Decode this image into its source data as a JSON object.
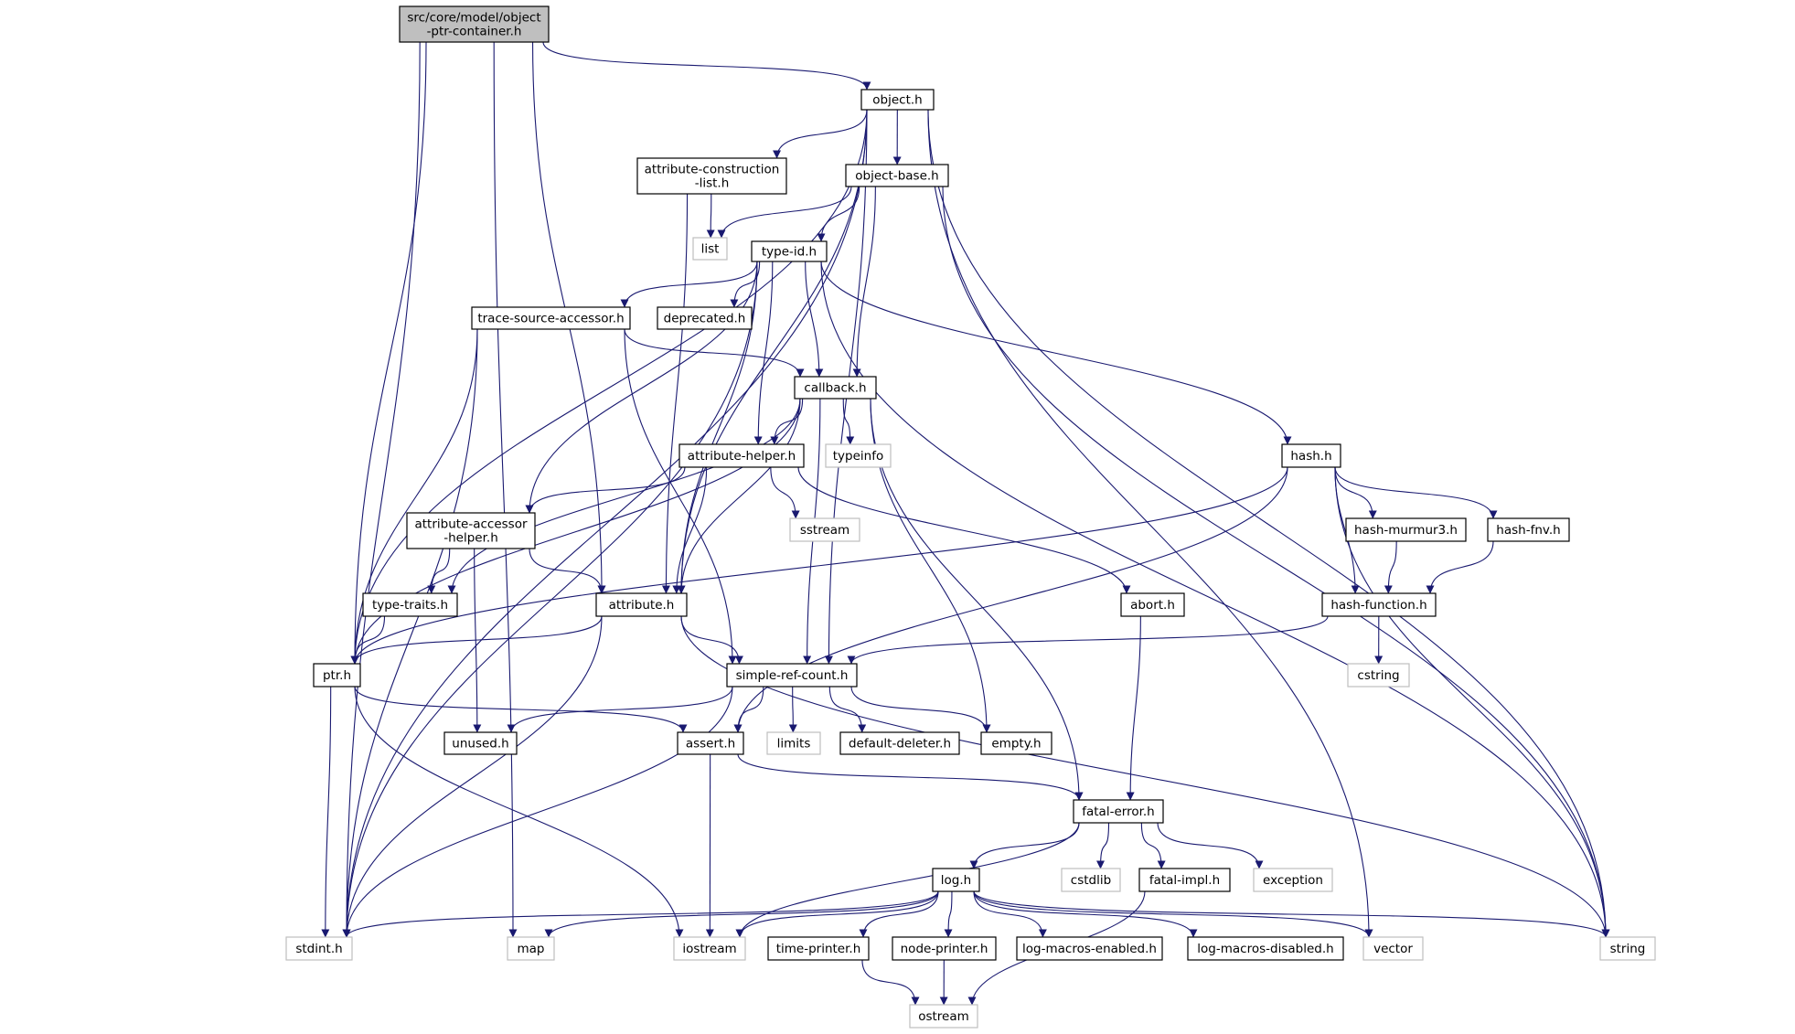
{
  "diagram": {
    "colors": {
      "edge": "#191970",
      "node_border": "#000000",
      "node_border_external": "#bfbfbf",
      "root_fill": "#bfbfbf",
      "node_fill": "#ffffff",
      "text": "#000000"
    },
    "nodes": [
      {
        "id": "root",
        "lines": [
          "src/core/model/object",
          "-ptr-container.h"
        ],
        "kind": "root"
      },
      {
        "id": "object_h",
        "lines": [
          "object.h"
        ],
        "kind": "header"
      },
      {
        "id": "attribute_construction",
        "lines": [
          "attribute-construction",
          "-list.h"
        ],
        "kind": "header"
      },
      {
        "id": "object_base",
        "lines": [
          "object-base.h"
        ],
        "kind": "header"
      },
      {
        "id": "list",
        "lines": [
          "list"
        ],
        "kind": "external"
      },
      {
        "id": "type_id",
        "lines": [
          "type-id.h"
        ],
        "kind": "header"
      },
      {
        "id": "trace_source",
        "lines": [
          "trace-source-accessor.h"
        ],
        "kind": "header"
      },
      {
        "id": "deprecated",
        "lines": [
          "deprecated.h"
        ],
        "kind": "header"
      },
      {
        "id": "callback",
        "lines": [
          "callback.h"
        ],
        "kind": "header"
      },
      {
        "id": "attribute_helper",
        "lines": [
          "attribute-helper.h"
        ],
        "kind": "header"
      },
      {
        "id": "typeinfo",
        "lines": [
          "typeinfo"
        ],
        "kind": "external"
      },
      {
        "id": "hash_h",
        "lines": [
          "hash.h"
        ],
        "kind": "header"
      },
      {
        "id": "attribute_accessor",
        "lines": [
          "attribute-accessor",
          "-helper.h"
        ],
        "kind": "header"
      },
      {
        "id": "sstream",
        "lines": [
          "sstream"
        ],
        "kind": "external"
      },
      {
        "id": "hash_murmur3",
        "lines": [
          "hash-murmur3.h"
        ],
        "kind": "header"
      },
      {
        "id": "hash_fnv",
        "lines": [
          "hash-fnv.h"
        ],
        "kind": "header"
      },
      {
        "id": "type_traits",
        "lines": [
          "type-traits.h"
        ],
        "kind": "header"
      },
      {
        "id": "attribute_h",
        "lines": [
          "attribute.h"
        ],
        "kind": "header"
      },
      {
        "id": "abort_h",
        "lines": [
          "abort.h"
        ],
        "kind": "header"
      },
      {
        "id": "hash_function",
        "lines": [
          "hash-function.h"
        ],
        "kind": "header"
      },
      {
        "id": "ptr_h",
        "lines": [
          "ptr.h"
        ],
        "kind": "header"
      },
      {
        "id": "simple_ref",
        "lines": [
          "simple-ref-count.h"
        ],
        "kind": "header"
      },
      {
        "id": "cstring",
        "lines": [
          "cstring"
        ],
        "kind": "external"
      },
      {
        "id": "unused",
        "lines": [
          "unused.h"
        ],
        "kind": "header"
      },
      {
        "id": "assert_h",
        "lines": [
          "assert.h"
        ],
        "kind": "header"
      },
      {
        "id": "limits",
        "lines": [
          "limits"
        ],
        "kind": "external"
      },
      {
        "id": "default_deleter",
        "lines": [
          "default-deleter.h"
        ],
        "kind": "header"
      },
      {
        "id": "empty_h",
        "lines": [
          "empty.h"
        ],
        "kind": "header"
      },
      {
        "id": "fatal_error",
        "lines": [
          "fatal-error.h"
        ],
        "kind": "header"
      },
      {
        "id": "log_h",
        "lines": [
          "log.h"
        ],
        "kind": "header"
      },
      {
        "id": "cstdlib",
        "lines": [
          "cstdlib"
        ],
        "kind": "external"
      },
      {
        "id": "fatal_impl",
        "lines": [
          "fatal-impl.h"
        ],
        "kind": "header"
      },
      {
        "id": "exception",
        "lines": [
          "exception"
        ],
        "kind": "external"
      },
      {
        "id": "stdint",
        "lines": [
          "stdint.h"
        ],
        "kind": "external"
      },
      {
        "id": "map",
        "lines": [
          "map"
        ],
        "kind": "external"
      },
      {
        "id": "iostream",
        "lines": [
          "iostream"
        ],
        "kind": "external"
      },
      {
        "id": "time_printer",
        "lines": [
          "time-printer.h"
        ],
        "kind": "header"
      },
      {
        "id": "node_printer",
        "lines": [
          "node-printer.h"
        ],
        "kind": "header"
      },
      {
        "id": "log_macros_enabled",
        "lines": [
          "log-macros-enabled.h"
        ],
        "kind": "header"
      },
      {
        "id": "log_macros_disabled",
        "lines": [
          "log-macros-disabled.h"
        ],
        "kind": "header"
      },
      {
        "id": "vector",
        "lines": [
          "vector"
        ],
        "kind": "external"
      },
      {
        "id": "string",
        "lines": [
          "string"
        ],
        "kind": "external"
      },
      {
        "id": "ostream",
        "lines": [
          "ostream"
        ],
        "kind": "external"
      }
    ],
    "edges": [
      [
        "root",
        "object_h"
      ],
      [
        "root",
        "ptr_h"
      ],
      [
        "root",
        "attribute_h"
      ],
      [
        "root",
        "stdint"
      ],
      [
        "root",
        "map"
      ],
      [
        "object_h",
        "attribute_construction"
      ],
      [
        "object_h",
        "object_base"
      ],
      [
        "object_h",
        "ptr_h"
      ],
      [
        "object_h",
        "attribute_h"
      ],
      [
        "object_h",
        "simple_ref"
      ],
      [
        "object_h",
        "stdint"
      ],
      [
        "object_h",
        "vector"
      ],
      [
        "object_h",
        "string"
      ],
      [
        "attribute_construction",
        "list"
      ],
      [
        "attribute_construction",
        "attribute_h"
      ],
      [
        "object_base",
        "type_id"
      ],
      [
        "object_base",
        "callback"
      ],
      [
        "object_base",
        "list"
      ],
      [
        "object_base",
        "string"
      ],
      [
        "type_id",
        "trace_source"
      ],
      [
        "type_id",
        "deprecated"
      ],
      [
        "type_id",
        "callback"
      ],
      [
        "type_id",
        "attribute_helper"
      ],
      [
        "type_id",
        "hash_h"
      ],
      [
        "type_id",
        "attribute_accessor"
      ],
      [
        "type_id",
        "attribute_h"
      ],
      [
        "type_id",
        "stdint"
      ],
      [
        "type_id",
        "string"
      ],
      [
        "trace_source",
        "callback"
      ],
      [
        "trace_source",
        "ptr_h"
      ],
      [
        "trace_source",
        "simple_ref"
      ],
      [
        "trace_source",
        "stdint"
      ],
      [
        "callback",
        "attribute_helper"
      ],
      [
        "callback",
        "typeinfo"
      ],
      [
        "callback",
        "attribute_h"
      ],
      [
        "callback",
        "ptr_h"
      ],
      [
        "callback",
        "type_traits"
      ],
      [
        "callback",
        "simple_ref"
      ],
      [
        "callback",
        "fatal_error"
      ],
      [
        "callback",
        "empty_h"
      ],
      [
        "attribute_helper",
        "attribute_accessor"
      ],
      [
        "attribute_helper",
        "attribute_h"
      ],
      [
        "attribute_helper",
        "sstream"
      ],
      [
        "attribute_helper",
        "abort_h"
      ],
      [
        "hash_h",
        "hash_murmur3"
      ],
      [
        "hash_h",
        "hash_fnv"
      ],
      [
        "hash_h",
        "hash_function"
      ],
      [
        "hash_h",
        "ptr_h"
      ],
      [
        "hash_h",
        "assert_h"
      ],
      [
        "hash_h",
        "string"
      ],
      [
        "hash_murmur3",
        "hash_function"
      ],
      [
        "hash_fnv",
        "hash_function"
      ],
      [
        "hash_function",
        "simple_ref"
      ],
      [
        "hash_function",
        "cstring"
      ],
      [
        "attribute_accessor",
        "type_traits"
      ],
      [
        "attribute_accessor",
        "attribute_h"
      ],
      [
        "attribute_accessor",
        "unused"
      ],
      [
        "type_traits",
        "ptr_h"
      ],
      [
        "attribute_h",
        "ptr_h"
      ],
      [
        "attribute_h",
        "simple_ref"
      ],
      [
        "attribute_h",
        "stdint"
      ],
      [
        "attribute_h",
        "string"
      ],
      [
        "abort_h",
        "fatal_error"
      ],
      [
        "ptr_h",
        "assert_h"
      ],
      [
        "ptr_h",
        "stdint"
      ],
      [
        "ptr_h",
        "iostream"
      ],
      [
        "simple_ref",
        "unused"
      ],
      [
        "simple_ref",
        "assert_h"
      ],
      [
        "simple_ref",
        "limits"
      ],
      [
        "simple_ref",
        "default_deleter"
      ],
      [
        "simple_ref",
        "empty_h"
      ],
      [
        "simple_ref",
        "stdint"
      ],
      [
        "assert_h",
        "fatal_error"
      ],
      [
        "assert_h",
        "iostream"
      ],
      [
        "fatal_error",
        "log_h"
      ],
      [
        "fatal_error",
        "cstdlib"
      ],
      [
        "fatal_error",
        "fatal_impl"
      ],
      [
        "fatal_error",
        "exception"
      ],
      [
        "fatal_error",
        "iostream"
      ],
      [
        "fatal_impl",
        "ostream"
      ],
      [
        "log_h",
        "stdint"
      ],
      [
        "log_h",
        "map"
      ],
      [
        "log_h",
        "iostream"
      ],
      [
        "log_h",
        "time_printer"
      ],
      [
        "log_h",
        "node_printer"
      ],
      [
        "log_h",
        "log_macros_enabled"
      ],
      [
        "log_h",
        "log_macros_disabled"
      ],
      [
        "log_h",
        "vector"
      ],
      [
        "log_h",
        "string"
      ],
      [
        "time_printer",
        "ostream"
      ],
      [
        "node_printer",
        "ostream"
      ]
    ]
  }
}
